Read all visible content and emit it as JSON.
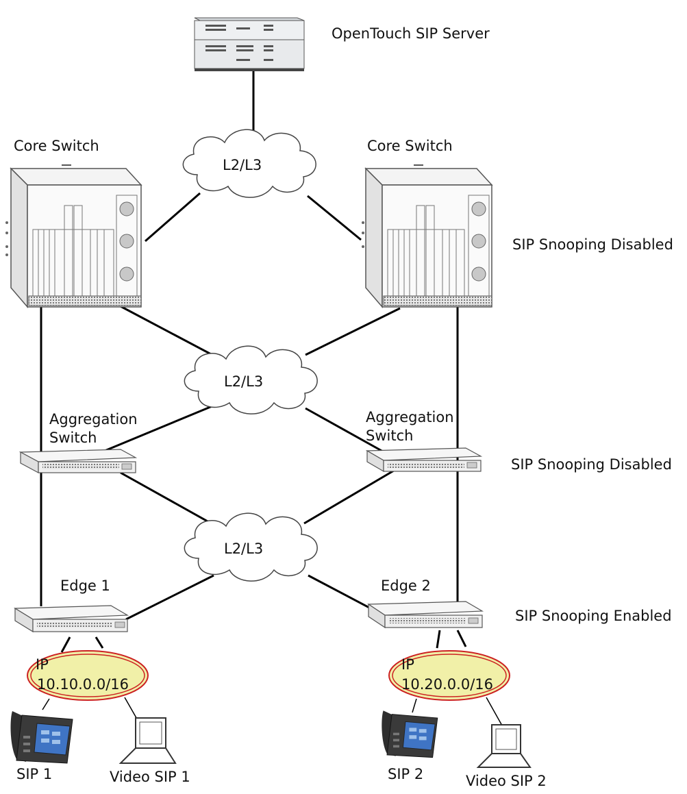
{
  "server": {
    "label": "OpenTouch SIP Server",
    "icon": "server-icon"
  },
  "clouds": [
    {
      "label": "L2/L3",
      "icon": "cloud-icon"
    },
    {
      "label": "L2/L3",
      "icon": "cloud-icon"
    },
    {
      "label": "L2/L3",
      "icon": "cloud-icon"
    }
  ],
  "core_switches": [
    {
      "label": "Core Switch",
      "icon": "chassis-switch-icon"
    },
    {
      "label": "Core Switch",
      "icon": "chassis-switch-icon"
    }
  ],
  "aggregation_switches": [
    {
      "label_line1": "Aggregation",
      "label_line2": "Switch",
      "icon": "switch-icon"
    },
    {
      "label_line1": "Aggregation",
      "label_line2": "Switch",
      "icon": "switch-icon"
    }
  ],
  "edge_switches": [
    {
      "label": "Edge 1",
      "icon": "switch-icon"
    },
    {
      "label": "Edge 2",
      "icon": "switch-icon"
    }
  ],
  "subnets": [
    {
      "line1": "IP",
      "line2": "10.10.0.0/16"
    },
    {
      "line1": "IP",
      "line2": "10.20.0.0/16"
    }
  ],
  "endpoints": [
    {
      "label": "SIP 1",
      "icon": "ip-phone-icon"
    },
    {
      "label": "Video SIP 1",
      "icon": "laptop-icon"
    },
    {
      "label": "SIP 2",
      "icon": "ip-phone-icon"
    },
    {
      "label": "Video SIP 2",
      "icon": "laptop-icon"
    }
  ],
  "status_labels": {
    "core": "SIP Snooping Disabled",
    "aggregation": "SIP Snooping Disabled",
    "edge": "SIP Snooping Enabled"
  },
  "colors": {
    "subnet_fill": "#f1f0a8",
    "subnet_ring": "#cc2222",
    "cloud_fill": "#ffffff",
    "cloud_stroke": "#444444",
    "phone_screen": "#3f74c4"
  }
}
